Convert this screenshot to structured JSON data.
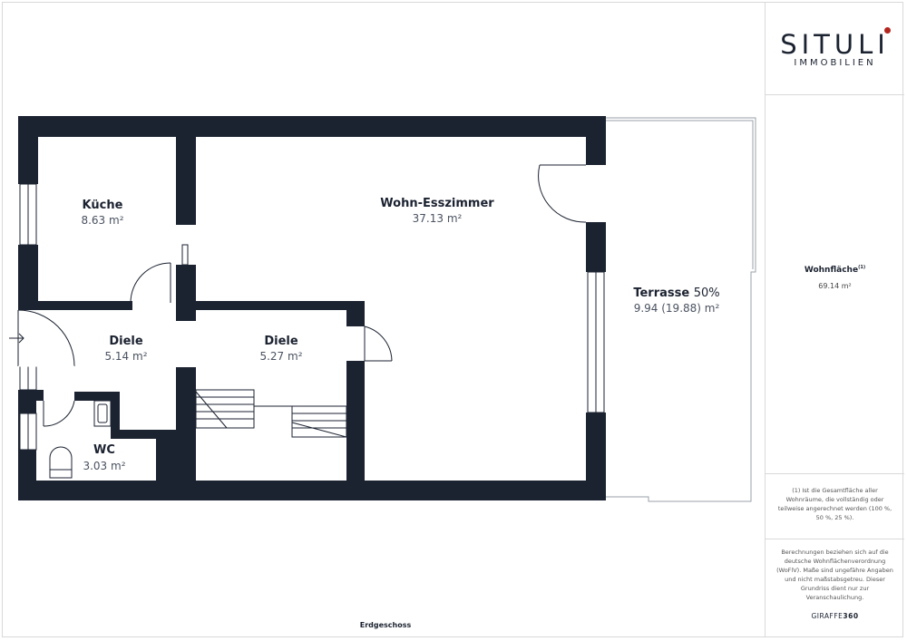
{
  "brand": {
    "name": "SITULI",
    "sub": "IMMOBILIEN",
    "accent_color": "#b3261e",
    "wall_color": "#1b2230"
  },
  "rooms": [
    {
      "name": "Küche",
      "area": "8.63 m²"
    },
    {
      "name": "Wohn-Esszimmer",
      "area": "37.13 m²"
    },
    {
      "name": "Terrasse",
      "pct": "50%",
      "area": "9.94 (19.88) m²"
    },
    {
      "name": "Diele",
      "area": "5.14 m²"
    },
    {
      "name": "Diele",
      "area": "5.27 m²"
    },
    {
      "name": "WC",
      "area": "3.03 m²"
    }
  ],
  "sidebar": {
    "wohnflaeche_label": "Wohnfläche",
    "wohnflaeche_sup": "(1)",
    "wohnflaeche_value": "69.14 m²",
    "note1": "(1) Ist die Gesamtfläche aller Wohnräume, die vollständig oder teilweise angerechnet werden (100 %, 50 %, 25 %).",
    "note2": "Berechnungen beziehen sich auf die deutsche Wohnflächenverordnung (WoFlV). Maße sind ungefähre Angaben und nicht maßstabsgetreu. Dieser Grundriss dient nur zur Veranschaulichung.",
    "giraffe_a": "GIRAFFE",
    "giraffe_b": "360"
  },
  "floor_label": "Erdgeschoss",
  "icons": {
    "entrance": "arrow-right-icon"
  }
}
